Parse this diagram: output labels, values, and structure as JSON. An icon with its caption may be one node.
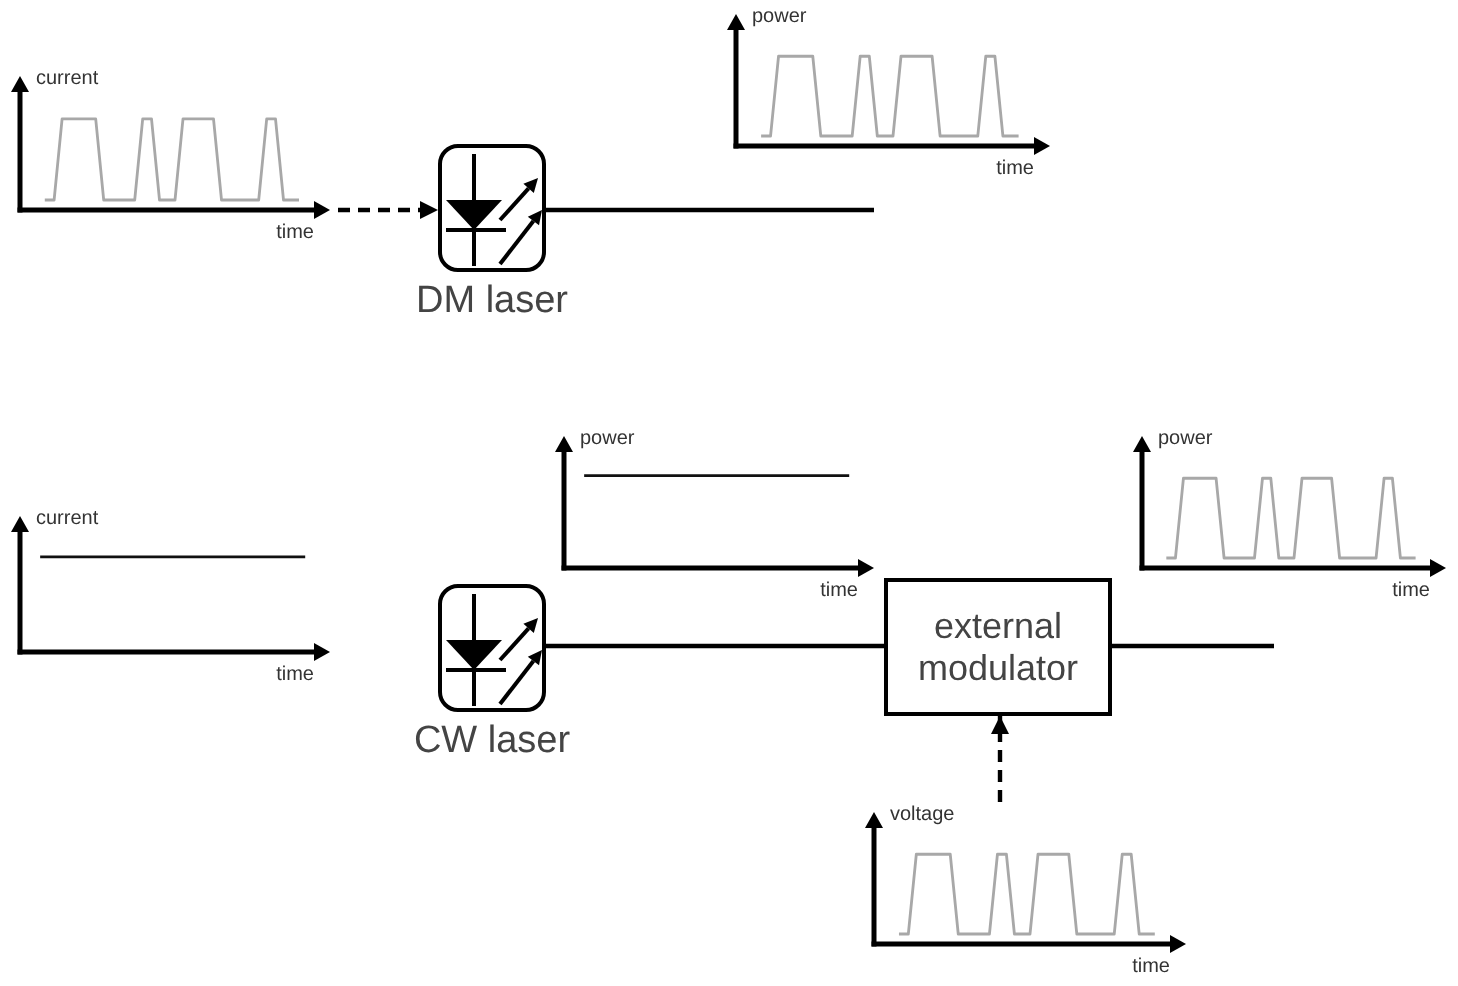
{
  "diagram": {
    "nodes": [
      {
        "text": [
          "current",
          "time"
        ]
      },
      {
        "text": [
          "DM laser"
        ]
      },
      {
        "text": [
          "power",
          "time"
        ]
      },
      {
        "text": [
          "current",
          "time"
        ]
      },
      {
        "text": [
          "CW laser"
        ]
      },
      {
        "text": [
          "power",
          "time"
        ]
      },
      {
        "text": [
          "external modulator"
        ]
      },
      {
        "text": [
          "power",
          "time"
        ]
      },
      {
        "text": [
          "voltage",
          "time"
        ]
      }
    ],
    "edges": [
      {
        "from": 0,
        "to": 1,
        "arrow": "to",
        "style": "dashed"
      },
      {
        "from": 1,
        "to": null,
        "arrow": "none"
      },
      {
        "from": 4,
        "to": 6,
        "arrow": "none"
      },
      {
        "from": 6,
        "to": null,
        "arrow": "none"
      },
      {
        "from": 8,
        "to": 6,
        "arrow": "to",
        "style": "dashed"
      }
    ]
  }
}
